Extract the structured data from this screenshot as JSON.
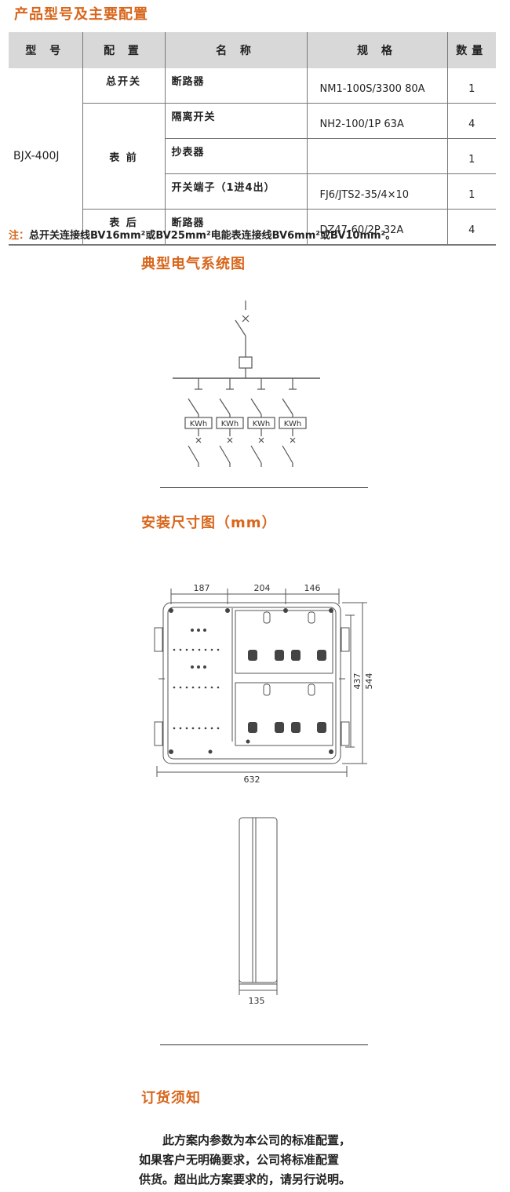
{
  "section1": {
    "title": "产品型号及主要配置"
  },
  "table": {
    "headers": [
      "型 号",
      "配 置",
      "名 称",
      "规 格",
      "数量"
    ],
    "model": "BJX-400J",
    "groups": [
      "总开关",
      "表 前",
      "表 后"
    ],
    "rows": [
      {
        "name": "断路器",
        "spec": "NM1-100S/3300 80A",
        "qty": "1"
      },
      {
        "name": "隔离开关",
        "spec": "NH2-100/1P 63A",
        "qty": "4"
      },
      {
        "name": "抄表器",
        "spec": "",
        "qty": "1"
      },
      {
        "name": "开关端子（1进4出）",
        "spec": "FJ6/JTS2-35/4×10",
        "qty": "1"
      },
      {
        "name": "断路器",
        "spec": "DZ47-60/2P 32A",
        "qty": "4"
      }
    ]
  },
  "note": {
    "label": "注：",
    "text": "总开关连接线BV16mm²或BV25mm²电能表连接线BV6mm²或BV10mm²。"
  },
  "section2": {
    "title": "典型电气系统图"
  },
  "diagram": {
    "meter_labels": [
      "KWh",
      "KWh",
      "KWh",
      "KWh"
    ]
  },
  "section3": {
    "title": "安装尺寸图（mm）"
  },
  "dimensions": {
    "top": [
      "187",
      "204",
      "146"
    ],
    "right_inner": "437",
    "right_outer": "544",
    "bottom": "632",
    "side": "135"
  },
  "section4": {
    "title": "订货须知"
  },
  "notice": {
    "lines": [
      "此方案内参数为本公司的标准配置，",
      "如果客户无明确要求，公司将标准配置",
      "供货。超出此方案要求的，请另行说明。"
    ]
  }
}
